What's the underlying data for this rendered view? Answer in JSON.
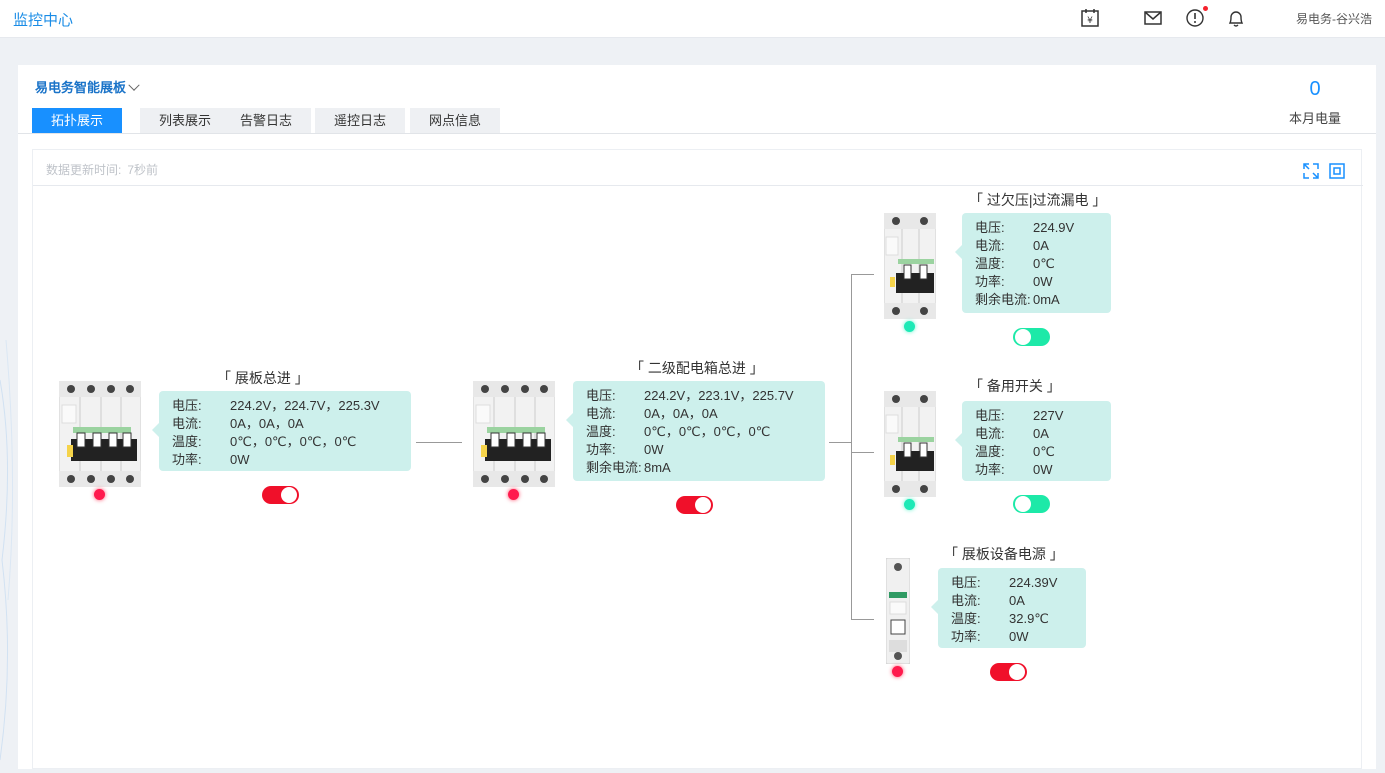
{
  "app": {
    "title": "监控中心",
    "user": "易电务-谷兴浩"
  },
  "header_icons": [
    "calendar-yuan-icon",
    "mail-icon",
    "alert-icon",
    "bell-icon"
  ],
  "board": {
    "title": "易电务智能展板",
    "tabs": [
      {
        "label": "拓扑展示",
        "active": true
      },
      {
        "label": "列表展示",
        "active": false
      },
      {
        "label": "告警日志",
        "active": false
      },
      {
        "label": "遥控日志",
        "active": false
      },
      {
        "label": "网点信息",
        "active": false
      }
    ],
    "energy_value": "0",
    "energy_label": "本月电量"
  },
  "canvas": {
    "update_label": "数据更新时间:",
    "update_value": "7秒前"
  },
  "labels": {
    "voltage": "电压:",
    "current": "电流:",
    "temperature": "温度:",
    "power": "功率:",
    "leakage": "剩余电流:"
  },
  "nodes": {
    "main": {
      "title": "「 展板总进 」",
      "voltage": "224.2V，224.7V，225.3V",
      "current": "0A，0A，0A",
      "temperature": "0℃，0℃，0℃，0℃",
      "power": "0W",
      "status": "red",
      "switch": "off"
    },
    "secondary": {
      "title": "「 二级配电箱总进 」",
      "voltage": "224.2V，223.1V，225.7V",
      "current": "0A，0A，0A",
      "temperature": "0℃，0℃，0℃，0℃",
      "power": "0W",
      "leakage": "8mA",
      "status": "red",
      "switch": "off"
    },
    "overvolt": {
      "title": "「 过欠压|过流漏电 」",
      "voltage": "224.9V",
      "current": "0A",
      "temperature": "0℃",
      "power": "0W",
      "leakage": "0mA",
      "status": "green",
      "switch": "on"
    },
    "backup": {
      "title": "「 备用开关 」",
      "voltage": "227V",
      "current": "0A",
      "temperature": "0℃",
      "power": "0W",
      "status": "green",
      "switch": "on"
    },
    "device_power": {
      "title": "「 展板设备电源 」",
      "voltage": "224.39V",
      "current": "0A",
      "temperature": "32.9℃",
      "power": "0W",
      "status": "red",
      "switch": "off"
    }
  },
  "colors": {
    "accent": "#1890ff",
    "info_bg": "#cdf0ec",
    "status_red": "#ff1a4d",
    "status_green": "#1de9b6",
    "switch_on": "#1de9a8",
    "switch_off": "#f0102a"
  }
}
